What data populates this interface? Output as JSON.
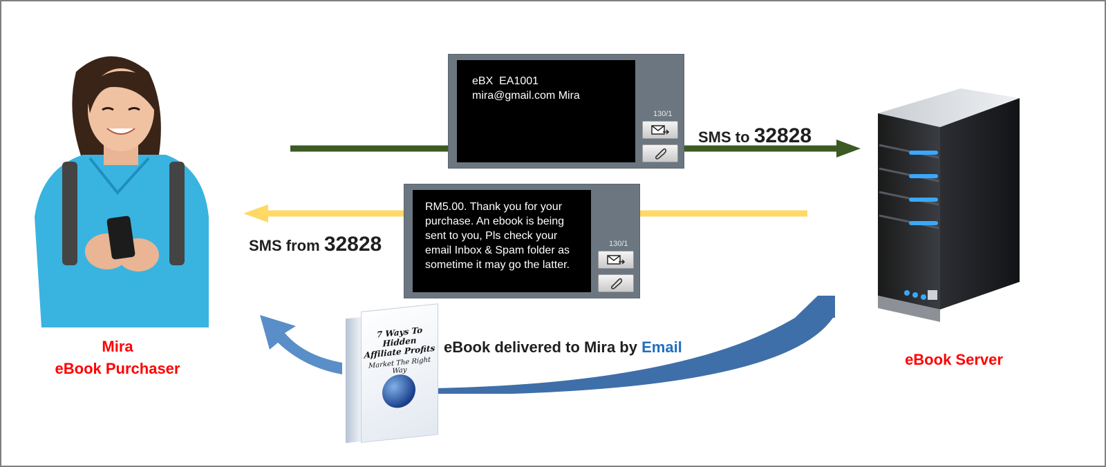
{
  "purchaser": {
    "name": "Mira",
    "role": "eBook Purchaser"
  },
  "server": {
    "label": "eBook Server"
  },
  "outgoing_sms": {
    "line1": "eBX  EA1001",
    "line2": "mira@gmail.com Mira",
    "counter": "130/1",
    "label_prefix": "SMS to",
    "label_number": "32828"
  },
  "incoming_sms": {
    "message": "RM5.00. Thank you for your purchase. An ebook is being sent to you, Pls check your email Inbox & Spam folder as sometime it may go the latter.",
    "counter": "130/1",
    "label_prefix": "SMS from",
    "label_number": "32828"
  },
  "email_delivery": {
    "label_prefix": "eBook delivered to Mira by",
    "label_email": "Email"
  },
  "ebook_cover": {
    "title_line1": "7 Ways To Hidden",
    "title_line2": "Affiliate Profits",
    "subtitle": "Market The Right Way"
  },
  "colors": {
    "label_red": "#ff0000",
    "outgoing_arrow": "#3c5a23",
    "incoming_arrow": "#ffd966",
    "email_arrow": "#3f6fa8",
    "email_word": "#1f6fc0",
    "sms_panel": "#6b7680"
  }
}
